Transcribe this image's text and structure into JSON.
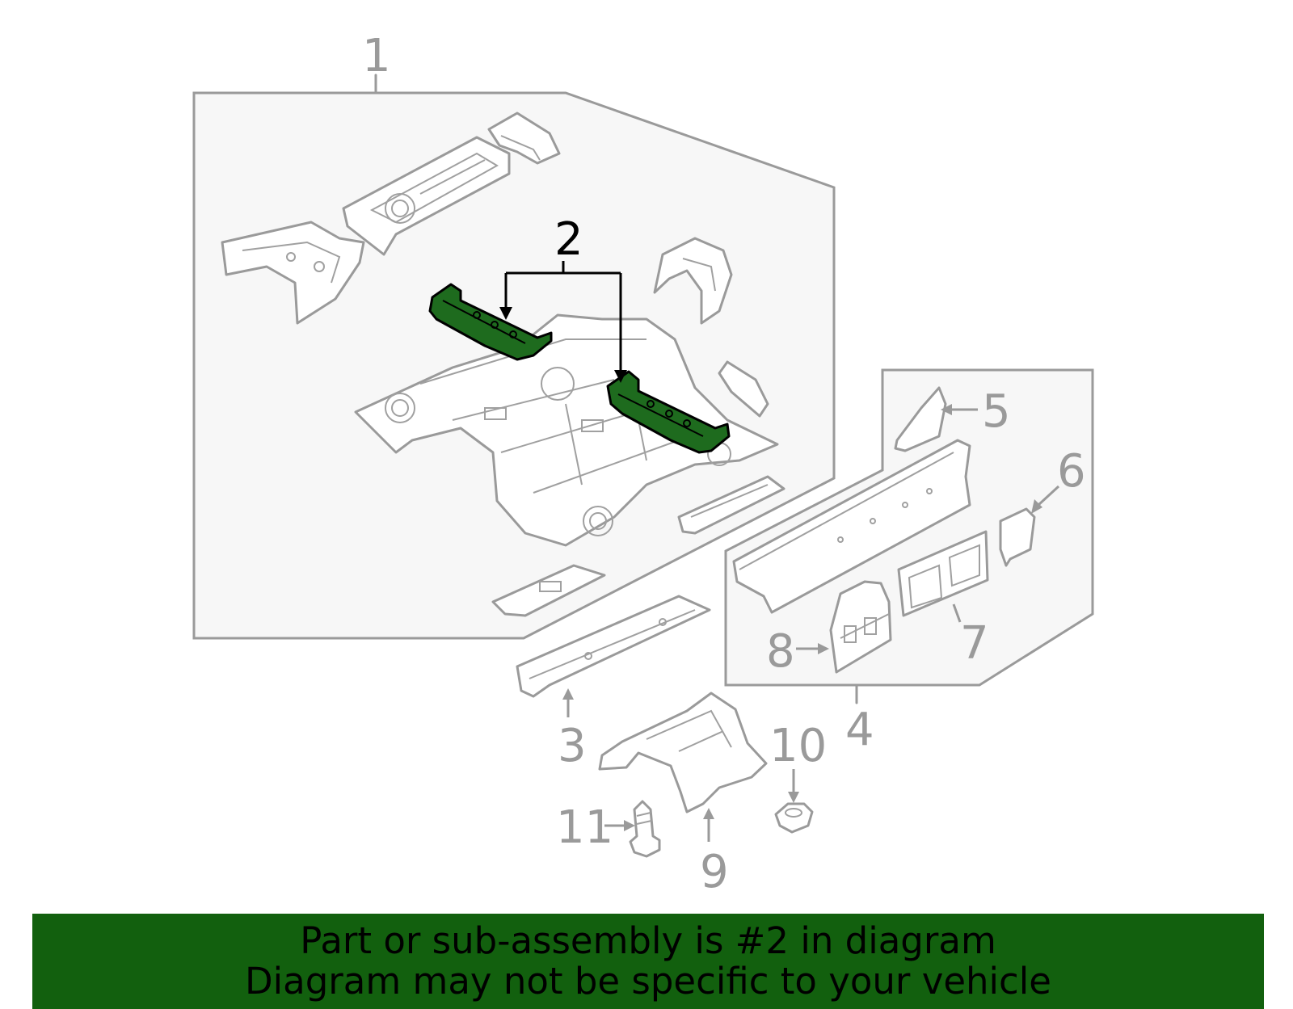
{
  "callouts": {
    "c1": "1",
    "c2": "2",
    "c3": "3",
    "c4": "4",
    "c5": "5",
    "c6": "6",
    "c7": "7",
    "c8": "8",
    "c9": "9",
    "c10": "10",
    "c11": "11"
  },
  "highlighted_part": "2",
  "colors": {
    "highlight": "#1e6b1e",
    "banner": "#12600e",
    "line": "#9a9a9a"
  },
  "banner": {
    "line1": "Part or sub-assembly is #2 in diagram",
    "line2": "Diagram may not be specific to your vehicle"
  }
}
